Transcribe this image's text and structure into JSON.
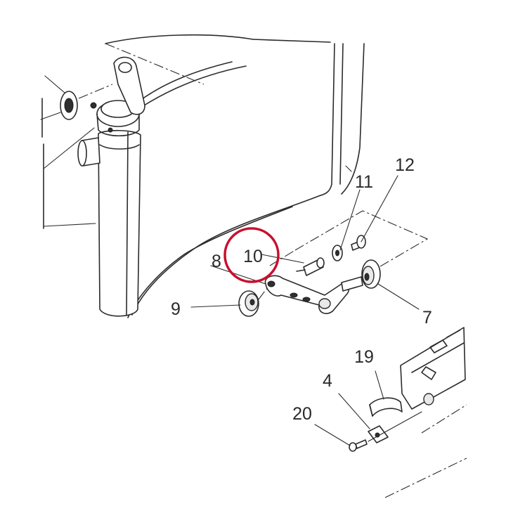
{
  "callouts": {
    "c4": "4",
    "c7": "7",
    "c8": "8",
    "c9": "9",
    "c10": "10",
    "c11": "11",
    "c12": "12",
    "c19": "19",
    "c20": "20"
  },
  "colors": {
    "highlight_ring": "#c8102e",
    "line": "#2b2b2b"
  }
}
